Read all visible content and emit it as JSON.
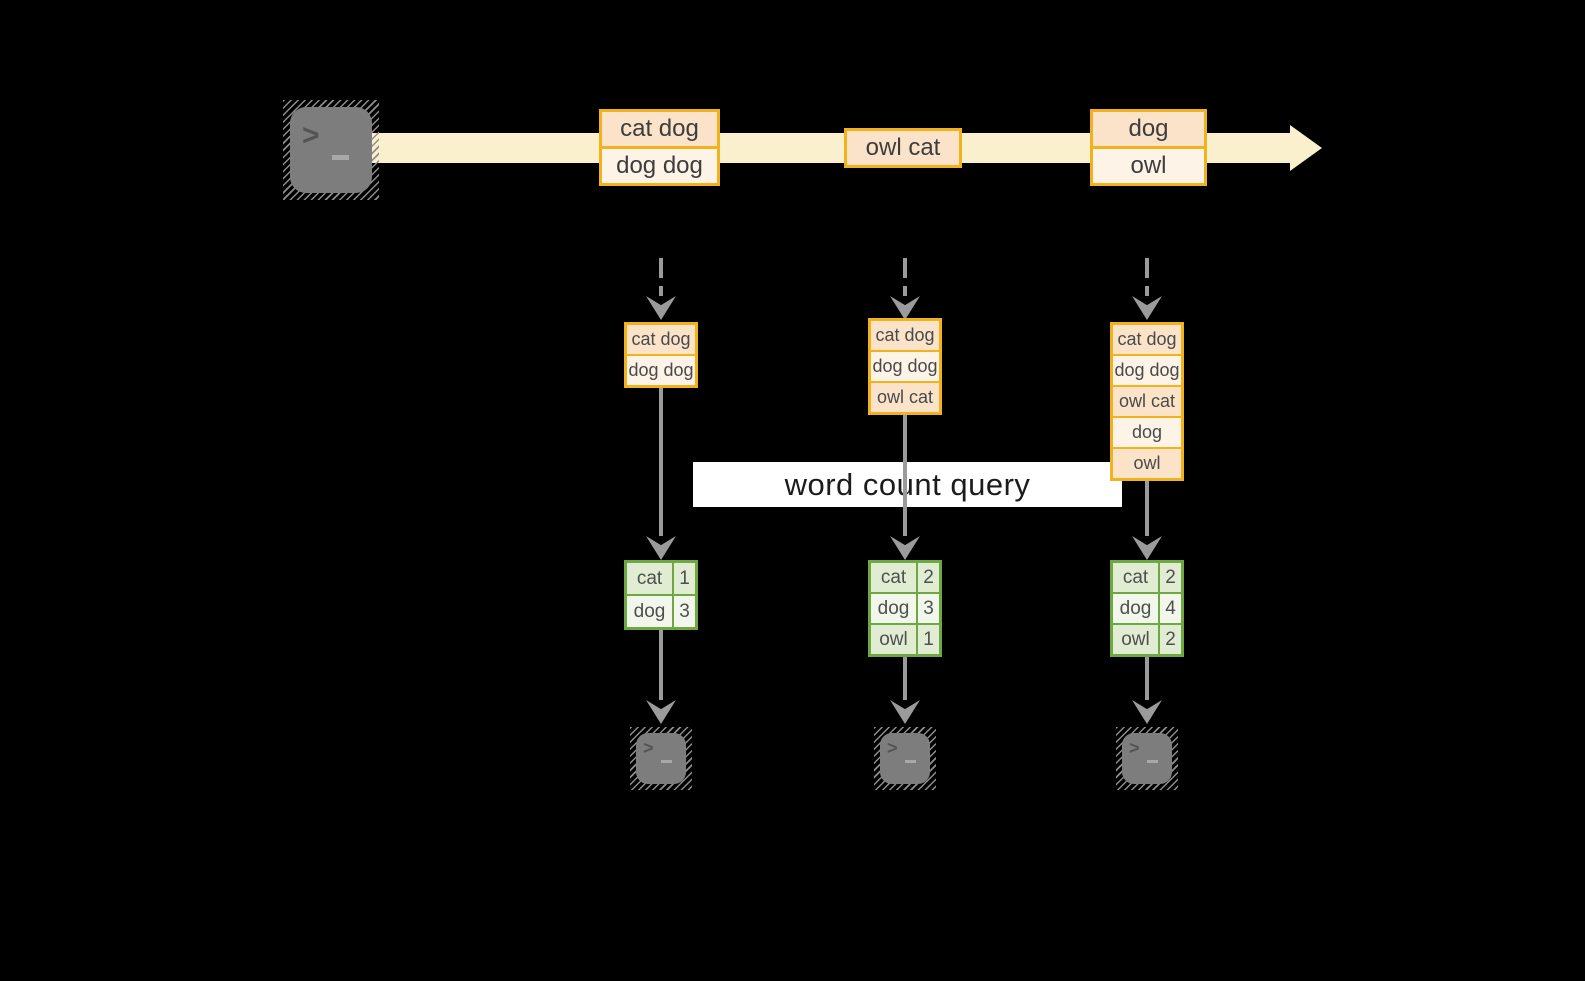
{
  "query_label": "word count query",
  "icons": {
    "prompt_glyph": ">"
  },
  "stream": {
    "events": [
      {
        "rows": [
          "cat dog",
          "dog dog"
        ]
      },
      {
        "rows": [
          "owl cat"
        ]
      },
      {
        "rows": [
          "dog",
          "owl"
        ]
      }
    ]
  },
  "columns": [
    {
      "state_rows": [
        "cat dog",
        "dog dog"
      ],
      "counts": [
        {
          "word": "cat",
          "count": "1"
        },
        {
          "word": "dog",
          "count": "3"
        }
      ]
    },
    {
      "state_rows": [
        "cat dog",
        "dog dog",
        "owl cat"
      ],
      "counts": [
        {
          "word": "cat",
          "count": "2"
        },
        {
          "word": "dog",
          "count": "3"
        },
        {
          "word": "owl",
          "count": "1"
        }
      ]
    },
    {
      "state_rows": [
        "cat dog",
        "dog dog",
        "owl cat",
        "dog",
        "owl"
      ],
      "counts": [
        {
          "word": "cat",
          "count": "2"
        },
        {
          "word": "dog",
          "count": "4"
        },
        {
          "word": "owl",
          "count": "2"
        }
      ]
    }
  ],
  "colors": {
    "background": "#000000",
    "stream_band": "#faf0cd",
    "event_border": "#f2b21c",
    "event_fill_dark": "#fae3c8",
    "event_fill_light": "#fdf3e6",
    "count_border": "#6fa743",
    "count_fill_dark": "#e0edd3",
    "count_fill_light": "#f1f7eb",
    "arrow_gray": "#9b9b9b",
    "terminal_gray": "#7d7d7d",
    "label_background": "#ffffff"
  }
}
